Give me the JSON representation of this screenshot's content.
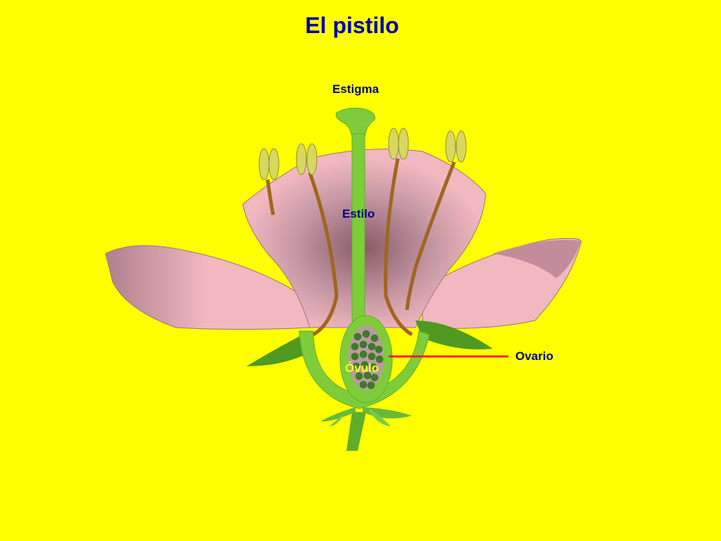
{
  "title": "El pistilo",
  "labels": {
    "estigma": "Estigma",
    "estilo": "Estilo",
    "ovario": "Ovario",
    "ovulo": "Óvulo"
  },
  "colors": {
    "background": "#ffff00",
    "title": "#0000b0",
    "label": "#000080",
    "petal": "#f2b8c0",
    "pistil": "#7fcc3a",
    "stamen_filament": "#a0661e",
    "anther": "#d8d860",
    "pointer_line": "#ff2020"
  }
}
